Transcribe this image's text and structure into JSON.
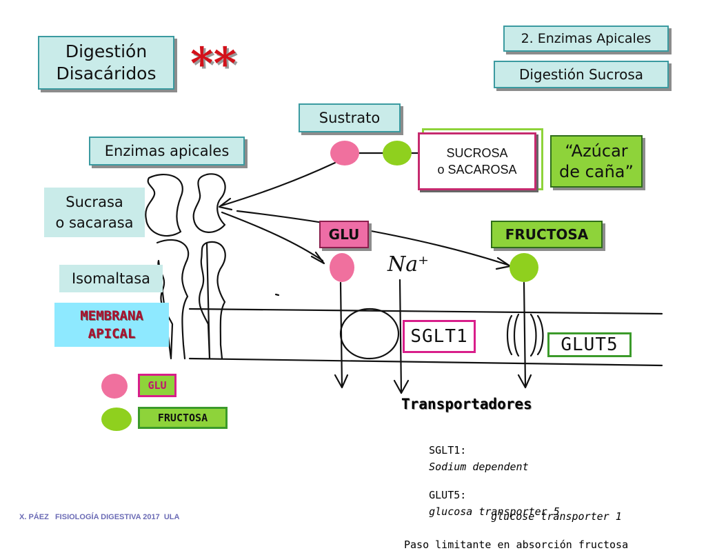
{
  "title": {
    "line1": "Digestión",
    "line2": "Disacáridos",
    "stars": "**"
  },
  "section_label": "2. Enzimas Apicales",
  "subtitle": "Digestión Sucrosa",
  "sustrato_label": "Sustrato",
  "sucrosa_box": "SUCROSA\no SACAROSA",
  "azucar_label": "“Azúcar\nde caña”",
  "enzimas_label": "Enzimas apicales",
  "sucrasa_label": "Sucrasa\no sacarasa",
  "isomaltasa_label": "Isomaltasa",
  "membrana_label": "MEMBRANA\nAPICAL",
  "glu_label": "GLU",
  "fructosa_label": "FRUCTOSA",
  "na_label": "Na⁺",
  "sglt1_label": "SGLT1",
  "glut5_label": "GLUT5",
  "legend": {
    "glu": "GLU",
    "fructosa": "FRUCTOSA"
  },
  "transportadores": {
    "heading": "Transportadores",
    "sglt1_key": "SGLT1:",
    "sglt1_desc_1": "Sodium dependent",
    "sglt1_desc_2": "glucose transporter 1",
    "glut5_key": "GLUT5:",
    "glut5_desc": "glucosa transporter 5",
    "glut5_note": "Paso limitante en absorción fructosa"
  },
  "footer": "X. PÁEZ   FISIOLOGÍA DIGESTIVA 2017  ULA",
  "colors": {
    "glucose": "#f0709e",
    "fructose": "#8fd01e",
    "teal_fill": "#c9ebe9",
    "green_fill": "#8ed33a",
    "pink_fill": "#ee6da6",
    "membrane_fill": "#8ee9ff",
    "legend_pink": "#d81e8a",
    "stars": "#d3111a"
  }
}
